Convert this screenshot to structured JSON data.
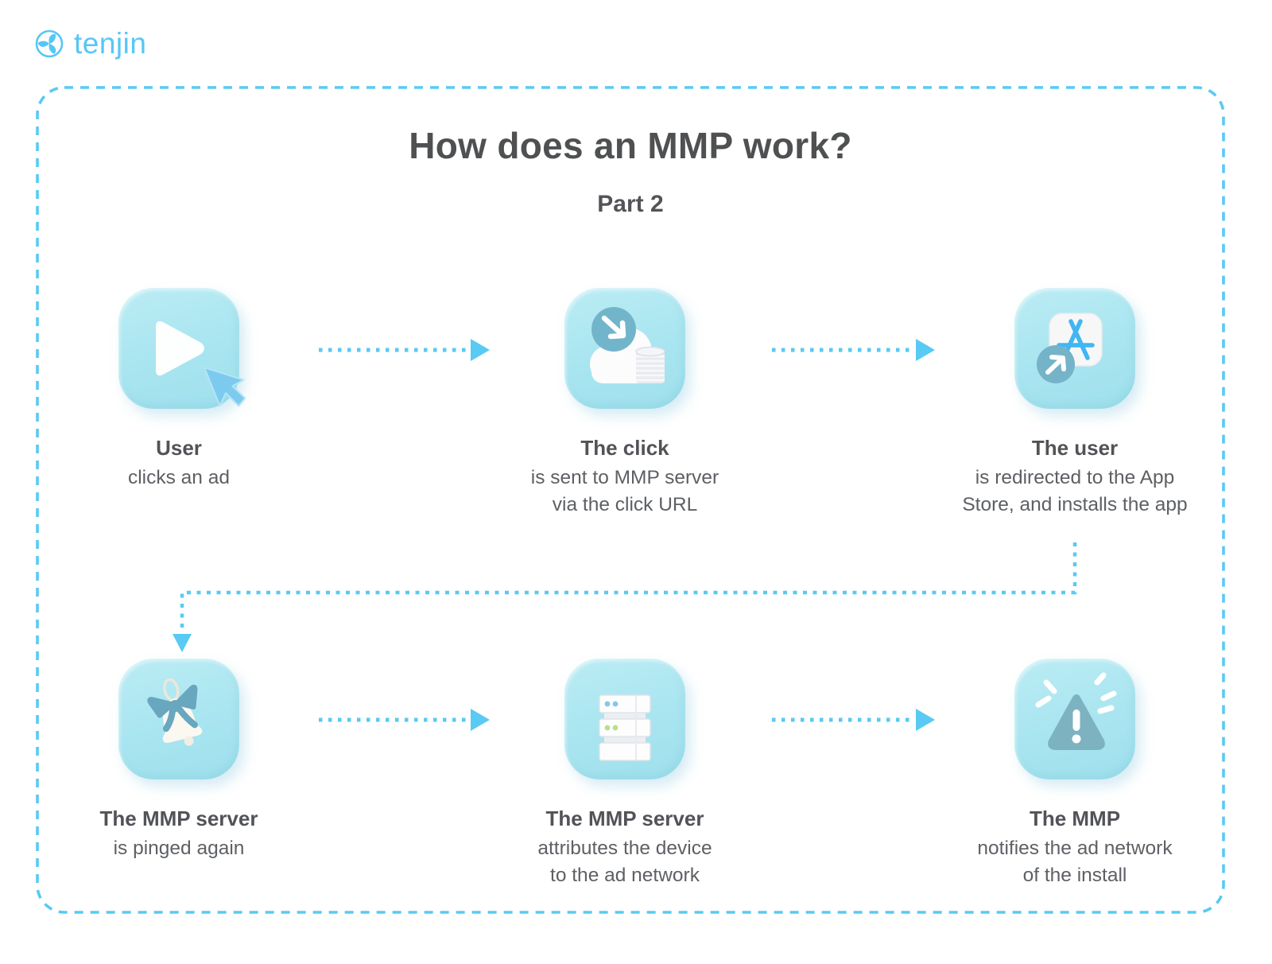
{
  "logo": {
    "brand": "tenjin"
  },
  "header": {
    "title": "How does an MMP work?",
    "subtitle": "Part 2"
  },
  "steps": [
    {
      "icon": "play-button-cursor-icon",
      "title": "User",
      "description": [
        "clicks an ad"
      ]
    },
    {
      "icon": "cloud-click-coins-icon",
      "title": "The click",
      "description": [
        "is sent to MMP server",
        "via the click URL"
      ]
    },
    {
      "icon": "app-store-redirect-icon",
      "title": "The user",
      "description": [
        "is redirected to the App",
        "Store, and installs the app"
      ]
    },
    {
      "icon": "bell-ping-icon",
      "title": "The MMP server",
      "description": [
        "is pinged again"
      ]
    },
    {
      "icon": "server-rack-icon",
      "title": "The MMP server",
      "description": [
        "attributes the device",
        "to the ad network"
      ]
    },
    {
      "icon": "alert-notify-icon",
      "title": "The MMP",
      "description": [
        "notifies the ad network",
        "of the install"
      ]
    }
  ],
  "connectors": [
    {
      "from": 1,
      "to": 2
    },
    {
      "from": 2,
      "to": 3
    },
    {
      "from": 3,
      "to": 4
    },
    {
      "from": 4,
      "to": 5
    },
    {
      "from": 5,
      "to": 6
    }
  ],
  "colors": {
    "accent_blue": "#58caf3",
    "logo_blue": "#56c7f5",
    "tile_cyan": "#ace6f0",
    "teal_accent": "#72b5cb",
    "title_text": "#4e5052",
    "body_text": "#5d6064"
  }
}
